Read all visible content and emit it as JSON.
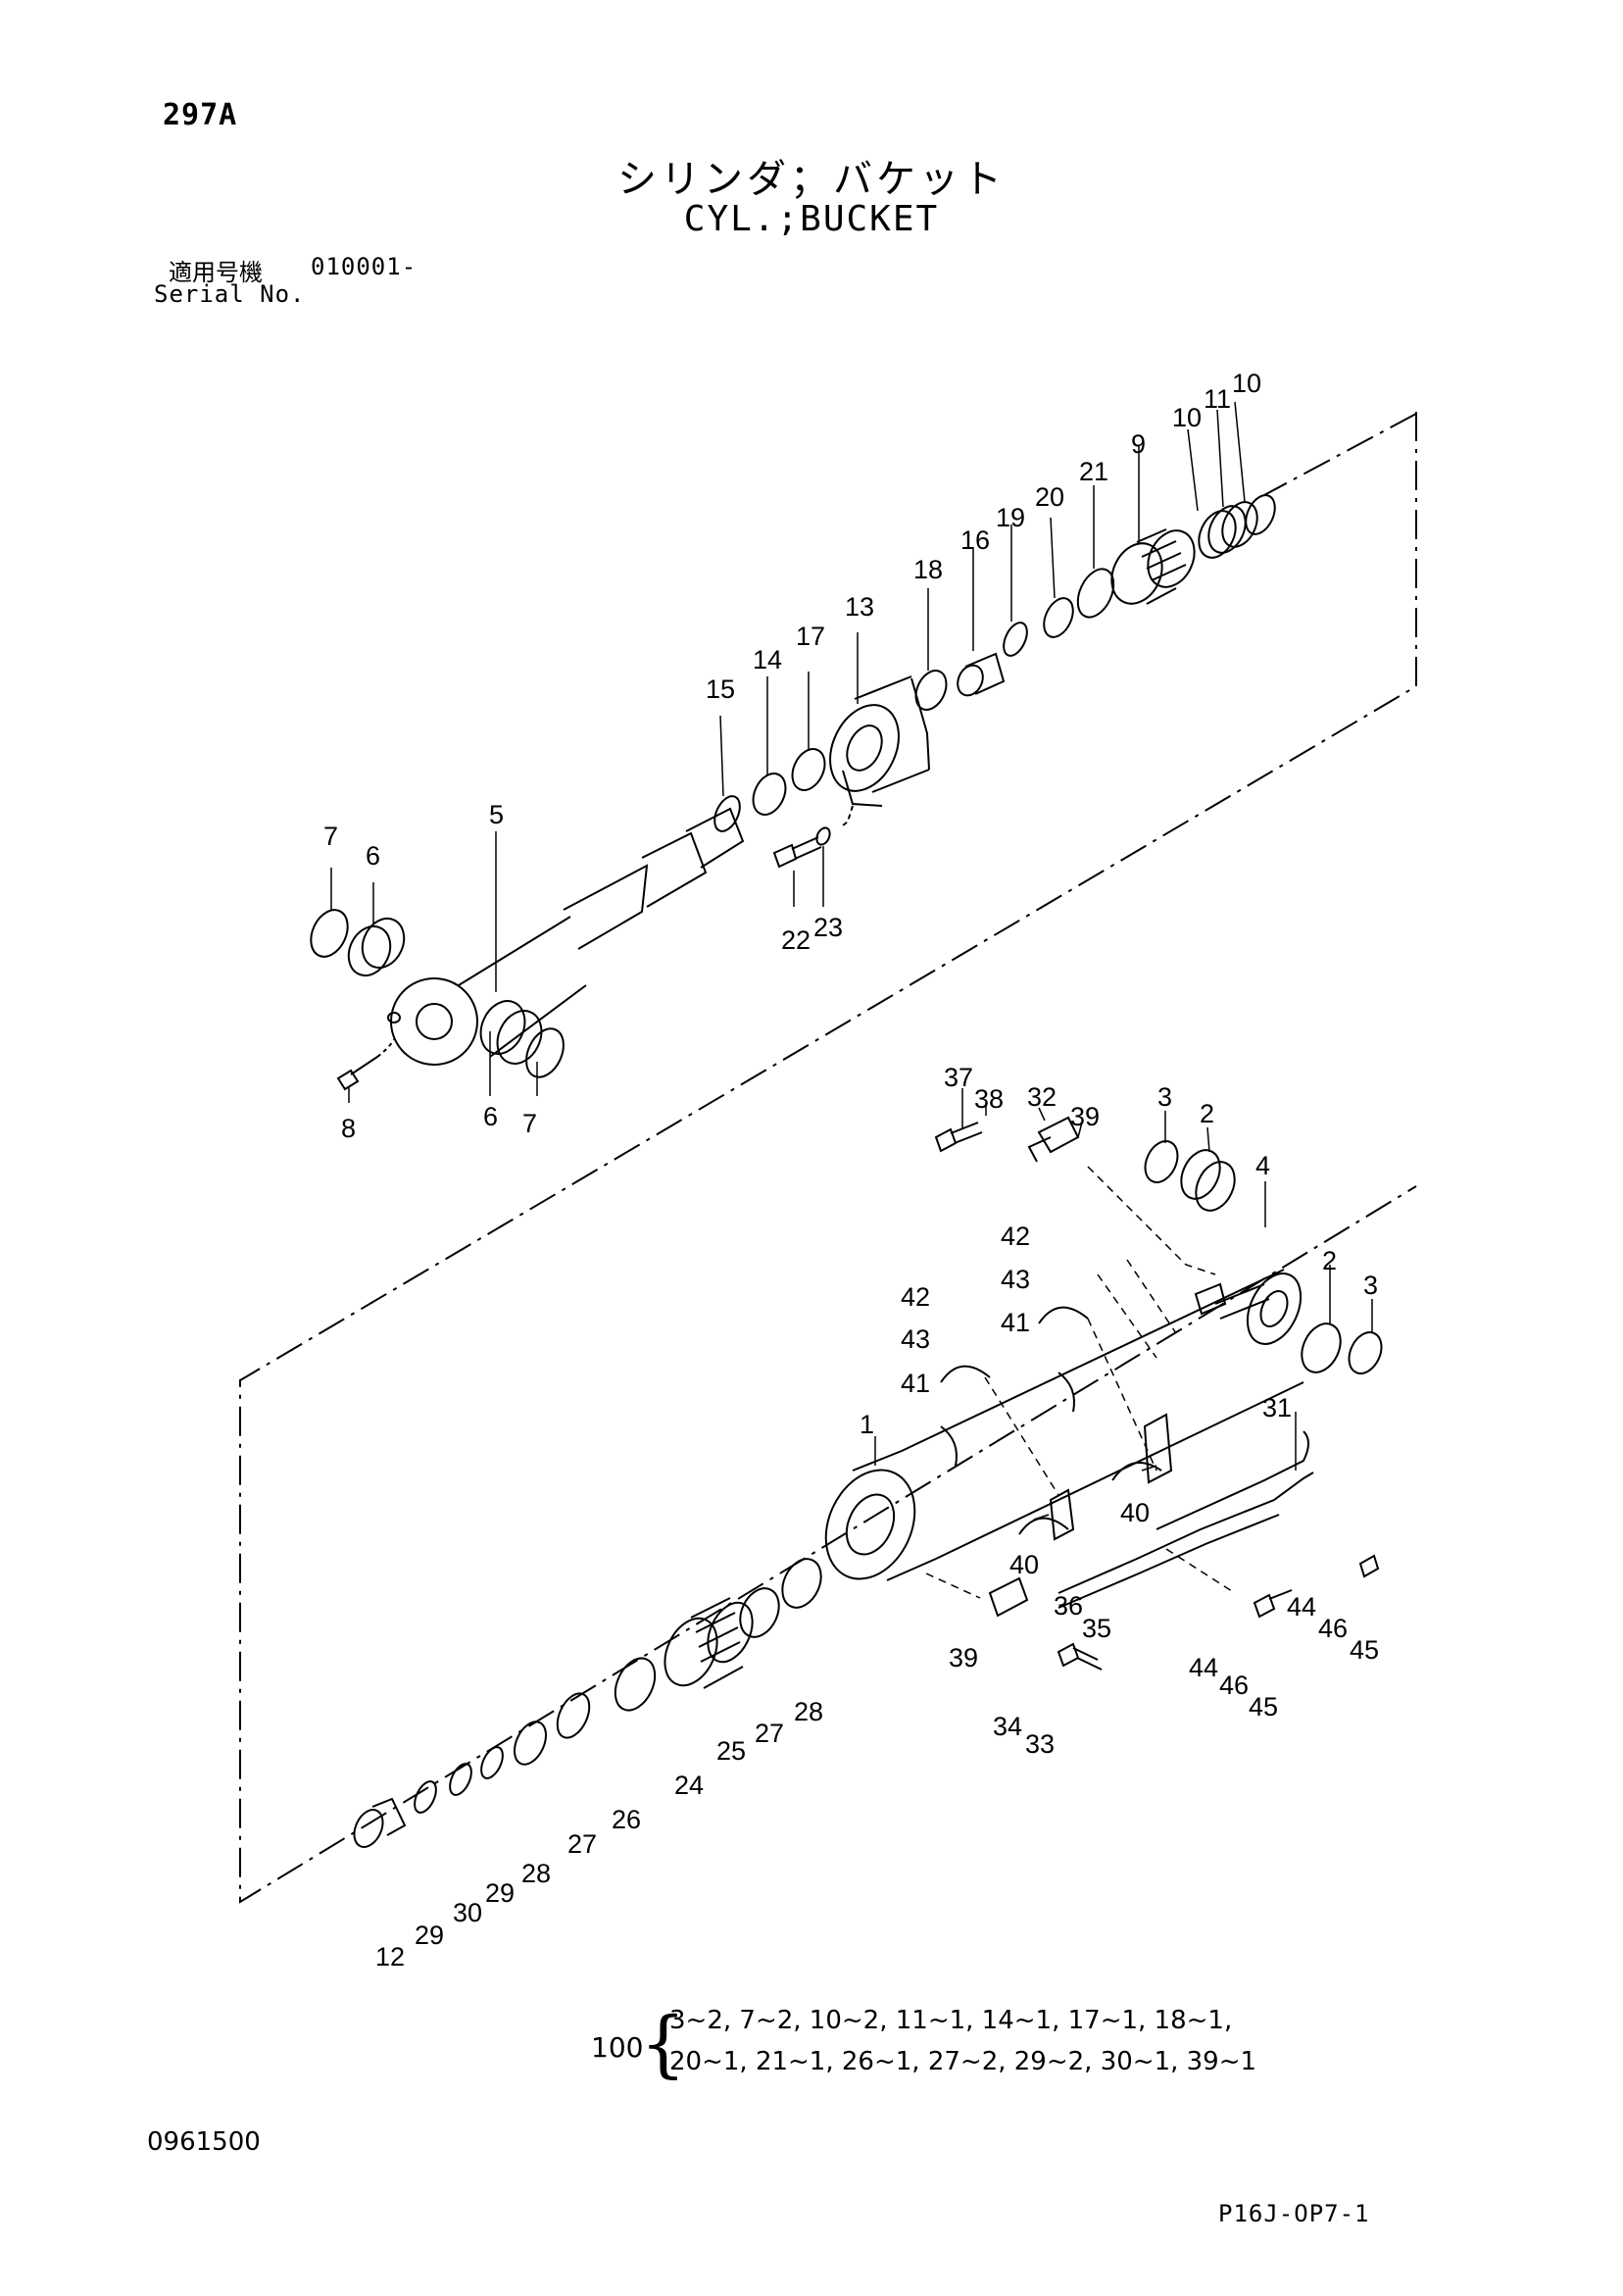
{
  "header": {
    "page_number": "297A",
    "title_jp": "シリンダ；バケット",
    "title_en": "CYL.;BUCKET",
    "serial_label_jp": "適用号機",
    "serial_value": "010001-",
    "serial_label_en": "Serial No."
  },
  "callouts": {
    "c1": "1",
    "c2a": "2",
    "c2b": "2",
    "c3a": "3",
    "c3b": "3",
    "c4": "4",
    "c5": "5",
    "c6a": "6",
    "c6b": "6",
    "c7a": "7",
    "c7b": "7",
    "c8": "8",
    "c9": "9",
    "c10a": "10",
    "c10b": "10",
    "c11": "11",
    "c12": "12",
    "c13": "13",
    "c14": "14",
    "c15": "15",
    "c16": "16",
    "c17": "17",
    "c18": "18",
    "c19": "19",
    "c20": "20",
    "c21": "21",
    "c22": "22",
    "c23": "23",
    "c24": "24",
    "c25": "25",
    "c26": "26",
    "c27a": "27",
    "c27b": "27",
    "c28a": "28",
    "c28b": "28",
    "c29a": "29",
    "c29b": "29",
    "c30": "30",
    "c31": "31",
    "c32": "32",
    "c33": "33",
    "c34": "34",
    "c35": "35",
    "c36": "36",
    "c37": "37",
    "c38": "38",
    "c39a": "39",
    "c39b": "39",
    "c40a": "40",
    "c40b": "40",
    "c41a": "41",
    "c41b": "41",
    "c42a": "42",
    "c42b": "42",
    "c43a": "43",
    "c43b": "43",
    "c44a": "44",
    "c44b": "44",
    "c45a": "45",
    "c45b": "45",
    "c46a": "46",
    "c46b": "46"
  },
  "kit": {
    "number": "100",
    "brace": "{",
    "line1": "3~2, 7~2, 10~2, 11~1, 14~1, 17~1, 18~1,",
    "line2": "20~1, 21~1, 26~1, 27~2, 29~2, 30~1, 39~1"
  },
  "footer": {
    "doc_number": "0961500",
    "page_code": "P16J-OP7-1"
  }
}
